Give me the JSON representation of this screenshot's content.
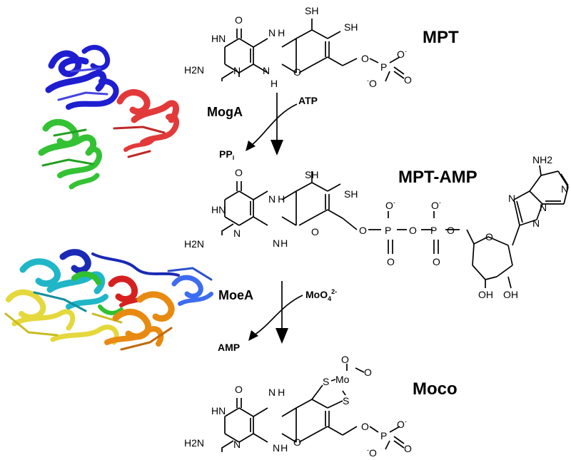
{
  "compounds": [
    {
      "name": "MPT"
    },
    {
      "name": "MPT-AMP"
    },
    {
      "name": "Moco"
    }
  ],
  "steps": [
    {
      "enzyme": "MogA",
      "substrate": "ATP",
      "byproduct_main": "PP",
      "byproduct_sub": "i"
    },
    {
      "enzyme": "MoeA",
      "substrate_main": "MoO",
      "substrate_sub": "4",
      "substrate_sup": "2-",
      "byproduct": "AMP"
    }
  ],
  "atoms": {
    "O": "O",
    "H": "H",
    "N": "N",
    "NH": "NH",
    "HN": "HN",
    "H2N": "H2N",
    "NH2": "NH2",
    "SH": "SH",
    "S": "S",
    "P": "P",
    "Mo": "Mo",
    "OH": "OH",
    "Ominus": "O",
    "minusO": "O",
    "minus": "-"
  },
  "proteins": [
    {
      "structure": "MogA trimer",
      "colors": [
        "#1a1ac8",
        "#e03a3a",
        "#33c233"
      ]
    },
    {
      "structure": "MoeA dimer",
      "colors": [
        "#1a2ab5",
        "#22b8c8",
        "#e2d83a",
        "#e88a10",
        "#d42020",
        "#3a6cf0",
        "#33c233"
      ]
    }
  ]
}
